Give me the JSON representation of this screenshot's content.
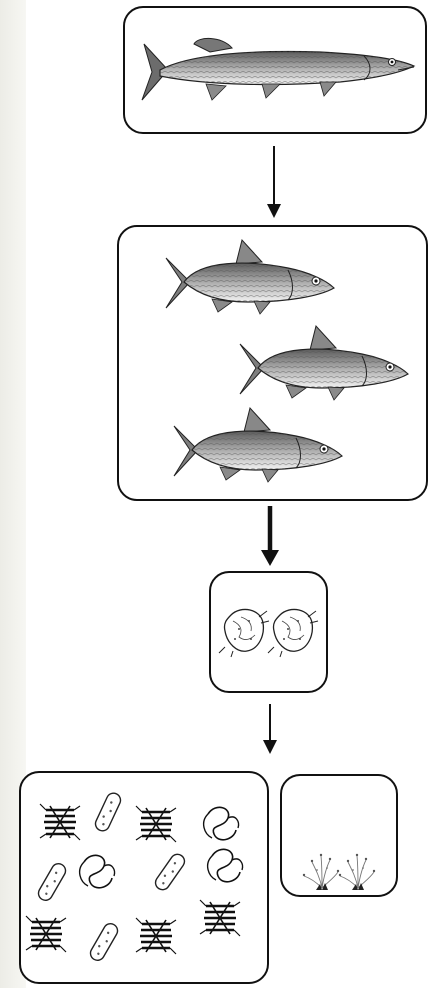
{
  "diagram": {
    "kind": "food-chain",
    "levels": [
      {
        "id": "pike",
        "icon": "pike-fish-icon",
        "count": 1
      },
      {
        "id": "roach",
        "icon": "roach-fish-icon",
        "count": 3
      },
      {
        "id": "zooplankton",
        "icon": "zooplankton-icon",
        "count": 2
      },
      {
        "id": "phytoplankton-and-bacteria",
        "icon": "microorganism-icon",
        "count": 12
      },
      {
        "id": "algae",
        "icon": "algae-sprouts-icon",
        "count": 2
      }
    ],
    "arrows": 3
  },
  "colors": {
    "outline": "#111111",
    "shade": "#7a7a7a",
    "background": "#ffffff"
  }
}
